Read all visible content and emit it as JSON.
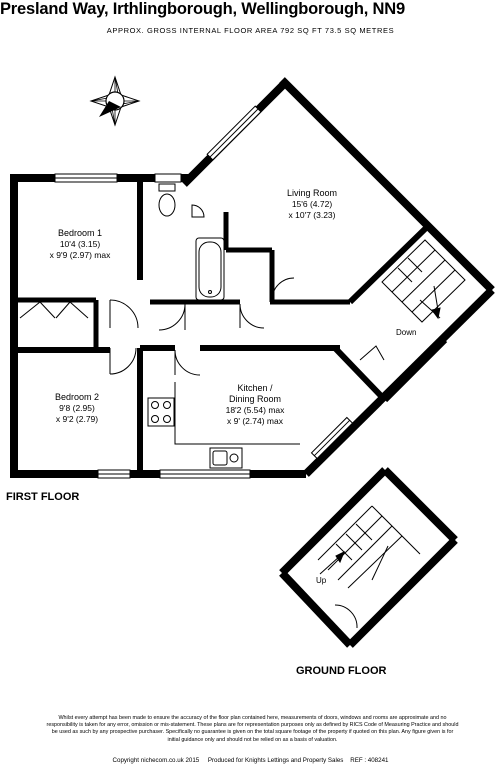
{
  "header": {
    "title": "Presland Way, Irthlingborough, Wellingborough, NN9",
    "subtitle": "APPROX. GROSS INTERNAL FLOOR AREA 792 SQ FT 73.5 SQ METRES"
  },
  "compass": {
    "letter": "N",
    "icon": "compass-icon"
  },
  "rooms": {
    "living": {
      "name": "Living Room",
      "size": "15'6 (4.72)",
      "size2": "x 10'7 (3.23)"
    },
    "bedroom1": {
      "name": "Bedroom 1",
      "size": "10'4 (3.15)",
      "size2": "x 9'9 (2.97) max"
    },
    "bedroom2": {
      "name": "Bedroom 2",
      "size": "9'8 (2.95)",
      "size2": "x 9'2 (2.79)"
    },
    "kitchen": {
      "name": "Kitchen /",
      "name2": "Dining Room",
      "size": "18'2 (5.54) max",
      "size2": "x 9' (2.74) max"
    }
  },
  "stairs": {
    "down": "Down",
    "up": "Up"
  },
  "floors": {
    "first": "FIRST FLOOR",
    "ground": "GROUND FLOOR"
  },
  "disclaimer": "Whilst every attempt has been made to ensure the accuracy of the floor plan contained here, measurements of doors, windows and rooms are approximate and no responsibility is taken for any error, omission or mis-statement. These plans are for representation purposes only as defined by RICS Code of Measuring Practice and should be used as such by any prospective purchaser. Specifically no guarantee is given on the total square footage of the property if quoted on this plan. Any figure given is for initial guidance only and should not be relied on as a basis of valuation.",
  "footer": {
    "copyright": "Copyright nichecom.co.uk 2015",
    "produced": "Produced for Knights Lettings and Property Sales",
    "ref": "REF : 408241"
  }
}
